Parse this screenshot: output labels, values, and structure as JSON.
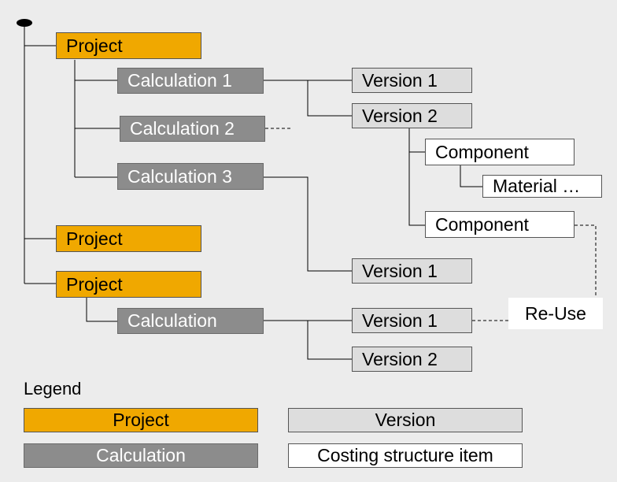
{
  "nodes": {
    "project_1": "Project",
    "calc_1": "Calculation 1",
    "calc_2": "Calculation 2",
    "calc_3": "Calculation 3",
    "version_1_1": "Version 1",
    "version_1_2": "Version 2",
    "component_1": "Component",
    "material": "Material …",
    "component_2": "Component",
    "project_2": "Project",
    "version_3_1": "Version 1",
    "project_3": "Project",
    "calc_4": "Calculation",
    "version_4_1": "Version 1",
    "version_4_2": "Version 2",
    "reuse": "Re-Use"
  },
  "legend": {
    "title": "Legend",
    "project": "Project",
    "version": "Version",
    "calculation": "Calculation",
    "item": "Costing structure item"
  },
  "colors": {
    "project": "#f0a800",
    "calculation": "#8c8c8c",
    "version": "#dddddd",
    "item": "#ffffff"
  }
}
